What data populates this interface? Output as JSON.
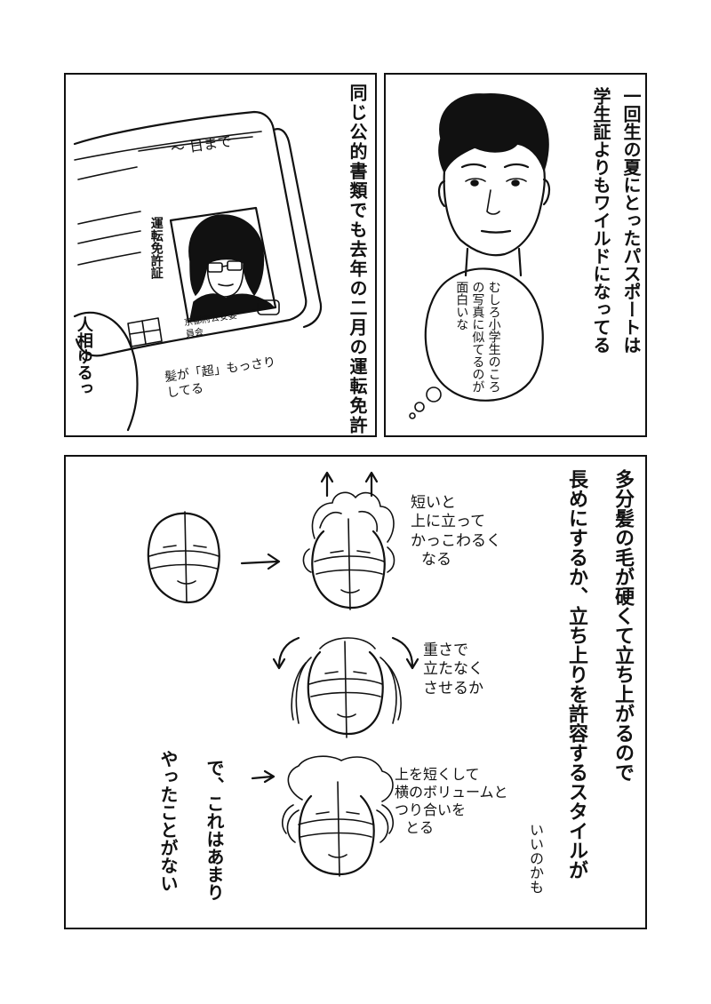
{
  "panel_top_right": {
    "caption": "一回生の夏にとったパスポートは",
    "caption2": "学生証よりもワイルドになってる",
    "thought": "むしろ小学生のころの写真に似てるのが面白いな"
  },
  "panel_top_left": {
    "caption": "同じ公的書類でも去年の二月の運転免許は",
    "card_date": "〜 日まで",
    "card_title": "運転免許証",
    "card_issuer": "京都府公安委員会",
    "note": "髪が「超」もっさりしてる",
    "side_note": "人相ゆるっ"
  },
  "panel_bottom": {
    "main_text_1": "多分髪の毛が硬くて立ち上がるので",
    "main_text_2": "長めにするか、立ち上りを許容するスタイルが",
    "main_text_3": "いいのかも",
    "label_short": [
      "短いと",
      "上に立って",
      "かっこわるく",
      "なる"
    ],
    "label_heavy": [
      "重さで",
      "立たなく",
      "させるか"
    ],
    "label_cut": [
      "上を短くして",
      "横のボリュームと",
      "つり合いを",
      "とる"
    ],
    "footer_1": "で、これはあまり",
    "footer_2": "やったことがない"
  }
}
